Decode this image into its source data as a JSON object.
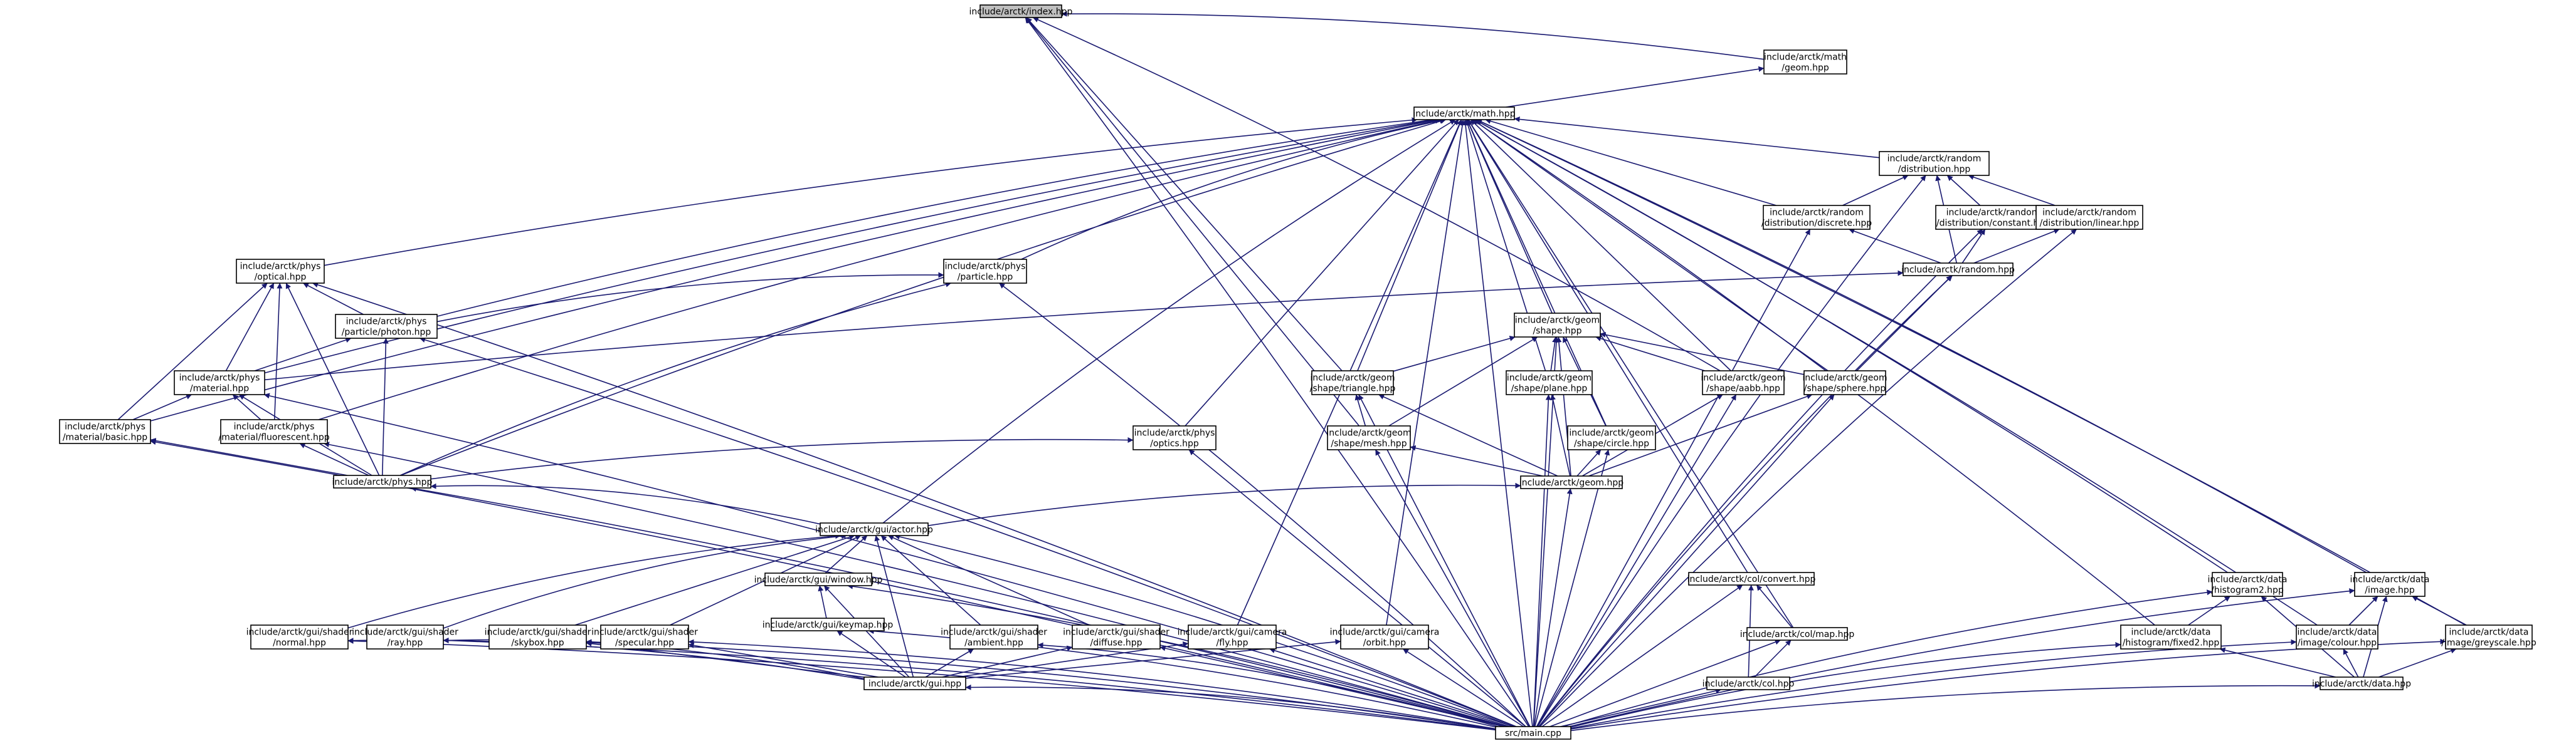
{
  "graph": {
    "edge_color": "#191970",
    "root_fill": "#bfbfbf",
    "nodes": [
      {
        "id": "index",
        "lines": [
          "include/arctk/index.hpp"
        ],
        "root": true
      },
      {
        "id": "geom_hpp",
        "lines": [
          "include/arctk/math",
          "/geom.hpp"
        ]
      },
      {
        "id": "math",
        "lines": [
          "include/arctk/math.hpp"
        ]
      },
      {
        "id": "distribution",
        "lines": [
          "include/arctk/random",
          "/distribution.hpp"
        ]
      },
      {
        "id": "discrete",
        "lines": [
          "include/arctk/random",
          "/distribution/discrete.hpp"
        ]
      },
      {
        "id": "constant",
        "lines": [
          "include/arctk/random",
          "/distribution/constant.hpp"
        ]
      },
      {
        "id": "linear",
        "lines": [
          "include/arctk/random",
          "/distribution/linear.hpp"
        ]
      },
      {
        "id": "random",
        "lines": [
          "include/arctk/random.hpp"
        ]
      },
      {
        "id": "optical",
        "lines": [
          "include/arctk/phys",
          "/optical.hpp"
        ]
      },
      {
        "id": "particle",
        "lines": [
          "include/arctk/phys",
          "/particle.hpp"
        ]
      },
      {
        "id": "photon",
        "lines": [
          "include/arctk/phys",
          "/particle/photon.hpp"
        ]
      },
      {
        "id": "material",
        "lines": [
          "include/arctk/phys",
          "/material.hpp"
        ]
      },
      {
        "id": "basic",
        "lines": [
          "include/arctk/phys",
          "/material/basic.hpp"
        ]
      },
      {
        "id": "fluorescent",
        "lines": [
          "include/arctk/phys",
          "/material/fluorescent.hpp"
        ]
      },
      {
        "id": "phys",
        "lines": [
          "include/arctk/phys.hpp"
        ]
      },
      {
        "id": "shape",
        "lines": [
          "include/arctk/geom",
          "/shape.hpp"
        ]
      },
      {
        "id": "triangle",
        "lines": [
          "include/arctk/geom",
          "/shape/triangle.hpp"
        ]
      },
      {
        "id": "plane",
        "lines": [
          "include/arctk/geom",
          "/shape/plane.hpp"
        ]
      },
      {
        "id": "aabb",
        "lines": [
          "include/arctk/geom",
          "/shape/aabb.hpp"
        ]
      },
      {
        "id": "sphere",
        "lines": [
          "include/arctk/geom",
          "/shape/sphere.hpp"
        ]
      },
      {
        "id": "mesh",
        "lines": [
          "include/arctk/geom",
          "/shape/mesh.hpp"
        ]
      },
      {
        "id": "circle",
        "lines": [
          "include/arctk/geom",
          "/shape/circle.hpp"
        ]
      },
      {
        "id": "optics",
        "lines": [
          "include/arctk/phys",
          "/optics.hpp"
        ]
      },
      {
        "id": "geom",
        "lines": [
          "include/arctk/geom.hpp"
        ]
      },
      {
        "id": "actor",
        "lines": [
          "include/arctk/gui/actor.hpp"
        ]
      },
      {
        "id": "window",
        "lines": [
          "include/arctk/gui/window.hpp"
        ]
      },
      {
        "id": "keymap",
        "lines": [
          "include/arctk/gui/keymap.hpp"
        ]
      },
      {
        "id": "normal",
        "lines": [
          "include/arctk/gui/shader",
          "/normal.hpp"
        ]
      },
      {
        "id": "ray",
        "lines": [
          "include/arctk/gui/shader",
          "/ray.hpp"
        ]
      },
      {
        "id": "skybox",
        "lines": [
          "include/arctk/gui/shader",
          "/skybox.hpp"
        ]
      },
      {
        "id": "specular",
        "lines": [
          "include/arctk/gui/shader",
          "/specular.hpp"
        ]
      },
      {
        "id": "ambient",
        "lines": [
          "include/arctk/gui/shader",
          "/ambient.hpp"
        ]
      },
      {
        "id": "diffuse",
        "lines": [
          "include/arctk/gui/shader",
          "/diffuse.hpp"
        ]
      },
      {
        "id": "fly",
        "lines": [
          "include/arctk/gui/camera",
          "/fly.hpp"
        ]
      },
      {
        "id": "orbit",
        "lines": [
          "include/arctk/gui/camera",
          "/orbit.hpp"
        ]
      },
      {
        "id": "gui",
        "lines": [
          "include/arctk/gui.hpp"
        ]
      },
      {
        "id": "convert",
        "lines": [
          "include/arctk/col/convert.hpp"
        ]
      },
      {
        "id": "colmap",
        "lines": [
          "include/arctk/col/map.hpp"
        ]
      },
      {
        "id": "col",
        "lines": [
          "include/arctk/col.hpp"
        ]
      },
      {
        "id": "histogram",
        "lines": [
          "include/arctk/data",
          "/histogram2.hpp"
        ]
      },
      {
        "id": "fixed2",
        "lines": [
          "include/arctk/data",
          "/histogram/fixed2.hpp"
        ]
      },
      {
        "id": "image",
        "lines": [
          "include/arctk/data",
          "/image.hpp"
        ]
      },
      {
        "id": "colour",
        "lines": [
          "include/arctk/data",
          "/image/colour.hpp"
        ]
      },
      {
        "id": "greyscale",
        "lines": [
          "include/arctk/data",
          "/image/greyscale.hpp"
        ]
      },
      {
        "id": "data",
        "lines": [
          "include/arctk/data.hpp"
        ]
      },
      {
        "id": "main",
        "lines": [
          "src/main.cpp"
        ]
      }
    ],
    "edges": [
      [
        "geom_hpp",
        "index"
      ],
      [
        "math",
        "geom_hpp"
      ],
      [
        "main",
        "index"
      ],
      [
        "aabb",
        "index"
      ],
      [
        "mesh",
        "index"
      ],
      [
        "triangle",
        "index"
      ],
      [
        "distribution",
        "math"
      ],
      [
        "discrete",
        "math"
      ],
      [
        "optical",
        "math"
      ],
      [
        "particle",
        "math"
      ],
      [
        "photon",
        "math"
      ],
      [
        "material",
        "math"
      ],
      [
        "basic",
        "math"
      ],
      [
        "fluorescent",
        "math"
      ],
      [
        "phys",
        "math"
      ],
      [
        "shape",
        "math"
      ],
      [
        "triangle",
        "math"
      ],
      [
        "plane",
        "math"
      ],
      [
        "aabb",
        "math"
      ],
      [
        "sphere",
        "math"
      ],
      [
        "circle",
        "math"
      ],
      [
        "optics",
        "math"
      ],
      [
        "actor",
        "math"
      ],
      [
        "fly",
        "math"
      ],
      [
        "orbit",
        "math"
      ],
      [
        "convert",
        "math"
      ],
      [
        "colmap",
        "math"
      ],
      [
        "histogram",
        "math"
      ],
      [
        "fixed2",
        "math"
      ],
      [
        "image",
        "math"
      ],
      [
        "colour",
        "math"
      ],
      [
        "greyscale",
        "math"
      ],
      [
        "main",
        "math"
      ],
      [
        "discrete",
        "distribution"
      ],
      [
        "constant",
        "distribution"
      ],
      [
        "linear",
        "distribution"
      ],
      [
        "random",
        "distribution"
      ],
      [
        "main",
        "distribution"
      ],
      [
        "random",
        "discrete"
      ],
      [
        "main",
        "discrete"
      ],
      [
        "random",
        "constant"
      ],
      [
        "main",
        "constant"
      ],
      [
        "random",
        "linear"
      ],
      [
        "main",
        "linear"
      ],
      [
        "material",
        "random"
      ],
      [
        "sphere",
        "random"
      ],
      [
        "main",
        "random"
      ],
      [
        "photon",
        "optical"
      ],
      [
        "material",
        "optical"
      ],
      [
        "basic",
        "optical"
      ],
      [
        "fluorescent",
        "optical"
      ],
      [
        "phys",
        "optical"
      ],
      [
        "main",
        "optical"
      ],
      [
        "photon",
        "particle"
      ],
      [
        "phys",
        "particle"
      ],
      [
        "main",
        "particle"
      ],
      [
        "material",
        "photon"
      ],
      [
        "phys",
        "photon"
      ],
      [
        "main",
        "photon"
      ],
      [
        "basic",
        "material"
      ],
      [
        "fluorescent",
        "material"
      ],
      [
        "phys",
        "material"
      ],
      [
        "main",
        "material"
      ],
      [
        "phys",
        "basic"
      ],
      [
        "main",
        "basic"
      ],
      [
        "phys",
        "fluorescent"
      ],
      [
        "main",
        "fluorescent"
      ],
      [
        "actor",
        "phys"
      ],
      [
        "main",
        "phys"
      ],
      [
        "triangle",
        "shape"
      ],
      [
        "plane",
        "shape"
      ],
      [
        "aabb",
        "shape"
      ],
      [
        "sphere",
        "shape"
      ],
      [
        "mesh",
        "shape"
      ],
      [
        "circle",
        "shape"
      ],
      [
        "geom",
        "shape"
      ],
      [
        "main",
        "shape"
      ],
      [
        "mesh",
        "triangle"
      ],
      [
        "geom",
        "triangle"
      ],
      [
        "main",
        "triangle"
      ],
      [
        "geom",
        "plane"
      ],
      [
        "main",
        "plane"
      ],
      [
        "geom",
        "aabb"
      ],
      [
        "main",
        "aabb"
      ],
      [
        "geom",
        "sphere"
      ],
      [
        "main",
        "sphere"
      ],
      [
        "geom",
        "mesh"
      ],
      [
        "main",
        "mesh"
      ],
      [
        "geom",
        "circle"
      ],
      [
        "main",
        "circle"
      ],
      [
        "phys",
        "optics"
      ],
      [
        "main",
        "optics"
      ],
      [
        "actor",
        "geom"
      ],
      [
        "main",
        "geom"
      ],
      [
        "normal",
        "actor"
      ],
      [
        "ray",
        "actor"
      ],
      [
        "skybox",
        "actor"
      ],
      [
        "specular",
        "actor"
      ],
      [
        "window",
        "actor"
      ],
      [
        "ambient",
        "actor"
      ],
      [
        "diffuse",
        "actor"
      ],
      [
        "gui",
        "actor"
      ],
      [
        "main",
        "actor"
      ],
      [
        "keymap",
        "window"
      ],
      [
        "gui",
        "window"
      ],
      [
        "main",
        "window"
      ],
      [
        "gui",
        "keymap"
      ],
      [
        "main",
        "keymap"
      ],
      [
        "gui",
        "normal"
      ],
      [
        "main",
        "normal"
      ],
      [
        "gui",
        "ray"
      ],
      [
        "main",
        "ray"
      ],
      [
        "gui",
        "skybox"
      ],
      [
        "main",
        "skybox"
      ],
      [
        "gui",
        "specular"
      ],
      [
        "main",
        "specular"
      ],
      [
        "gui",
        "ambient"
      ],
      [
        "main",
        "ambient"
      ],
      [
        "gui",
        "diffuse"
      ],
      [
        "main",
        "diffuse"
      ],
      [
        "gui",
        "fly"
      ],
      [
        "main",
        "fly"
      ],
      [
        "gui",
        "orbit"
      ],
      [
        "main",
        "orbit"
      ],
      [
        "main",
        "gui"
      ],
      [
        "colmap",
        "convert"
      ],
      [
        "col",
        "convert"
      ],
      [
        "main",
        "convert"
      ],
      [
        "col",
        "colmap"
      ],
      [
        "main",
        "colmap"
      ],
      [
        "main",
        "col"
      ],
      [
        "fixed2",
        "histogram"
      ],
      [
        "data",
        "histogram"
      ],
      [
        "main",
        "histogram"
      ],
      [
        "data",
        "fixed2"
      ],
      [
        "main",
        "fixed2"
      ],
      [
        "colour",
        "image"
      ],
      [
        "greyscale",
        "image"
      ],
      [
        "data",
        "image"
      ],
      [
        "main",
        "image"
      ],
      [
        "data",
        "colour"
      ],
      [
        "main",
        "colour"
      ],
      [
        "data",
        "greyscale"
      ],
      [
        "main",
        "greyscale"
      ],
      [
        "main",
        "data"
      ]
    ]
  }
}
